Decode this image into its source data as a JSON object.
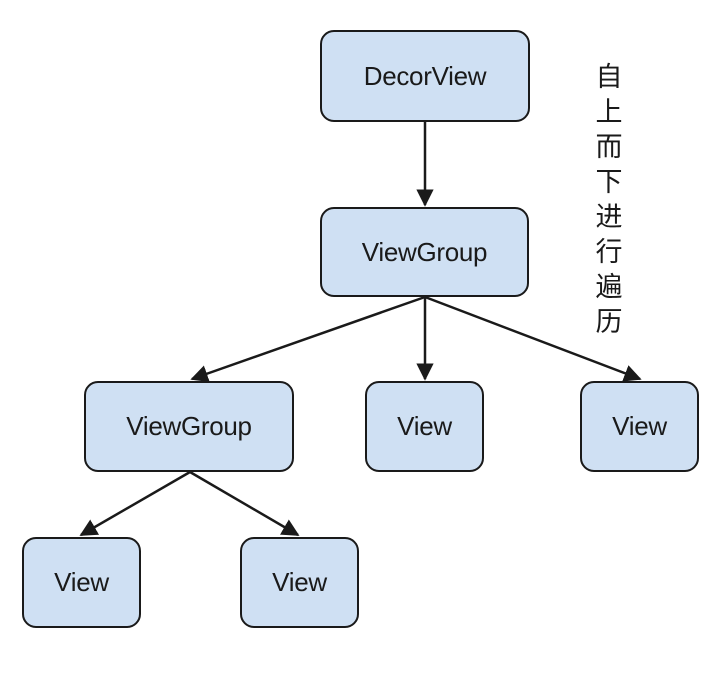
{
  "diagram": {
    "nodes": {
      "decor_view": "DecorView",
      "view_group_top": "ViewGroup",
      "view_group_left": "ViewGroup",
      "view_middle": "View",
      "view_right": "View",
      "view_bottom_left": "View",
      "view_bottom_right": "View"
    },
    "side_note_chars": [
      "自",
      "上",
      "而",
      "下",
      "进",
      "行",
      "遍",
      "历"
    ]
  },
  "colors": {
    "node_fill": "#cfe0f3",
    "node_border": "#1a1a1a",
    "arrow": "#1a1a1a"
  }
}
